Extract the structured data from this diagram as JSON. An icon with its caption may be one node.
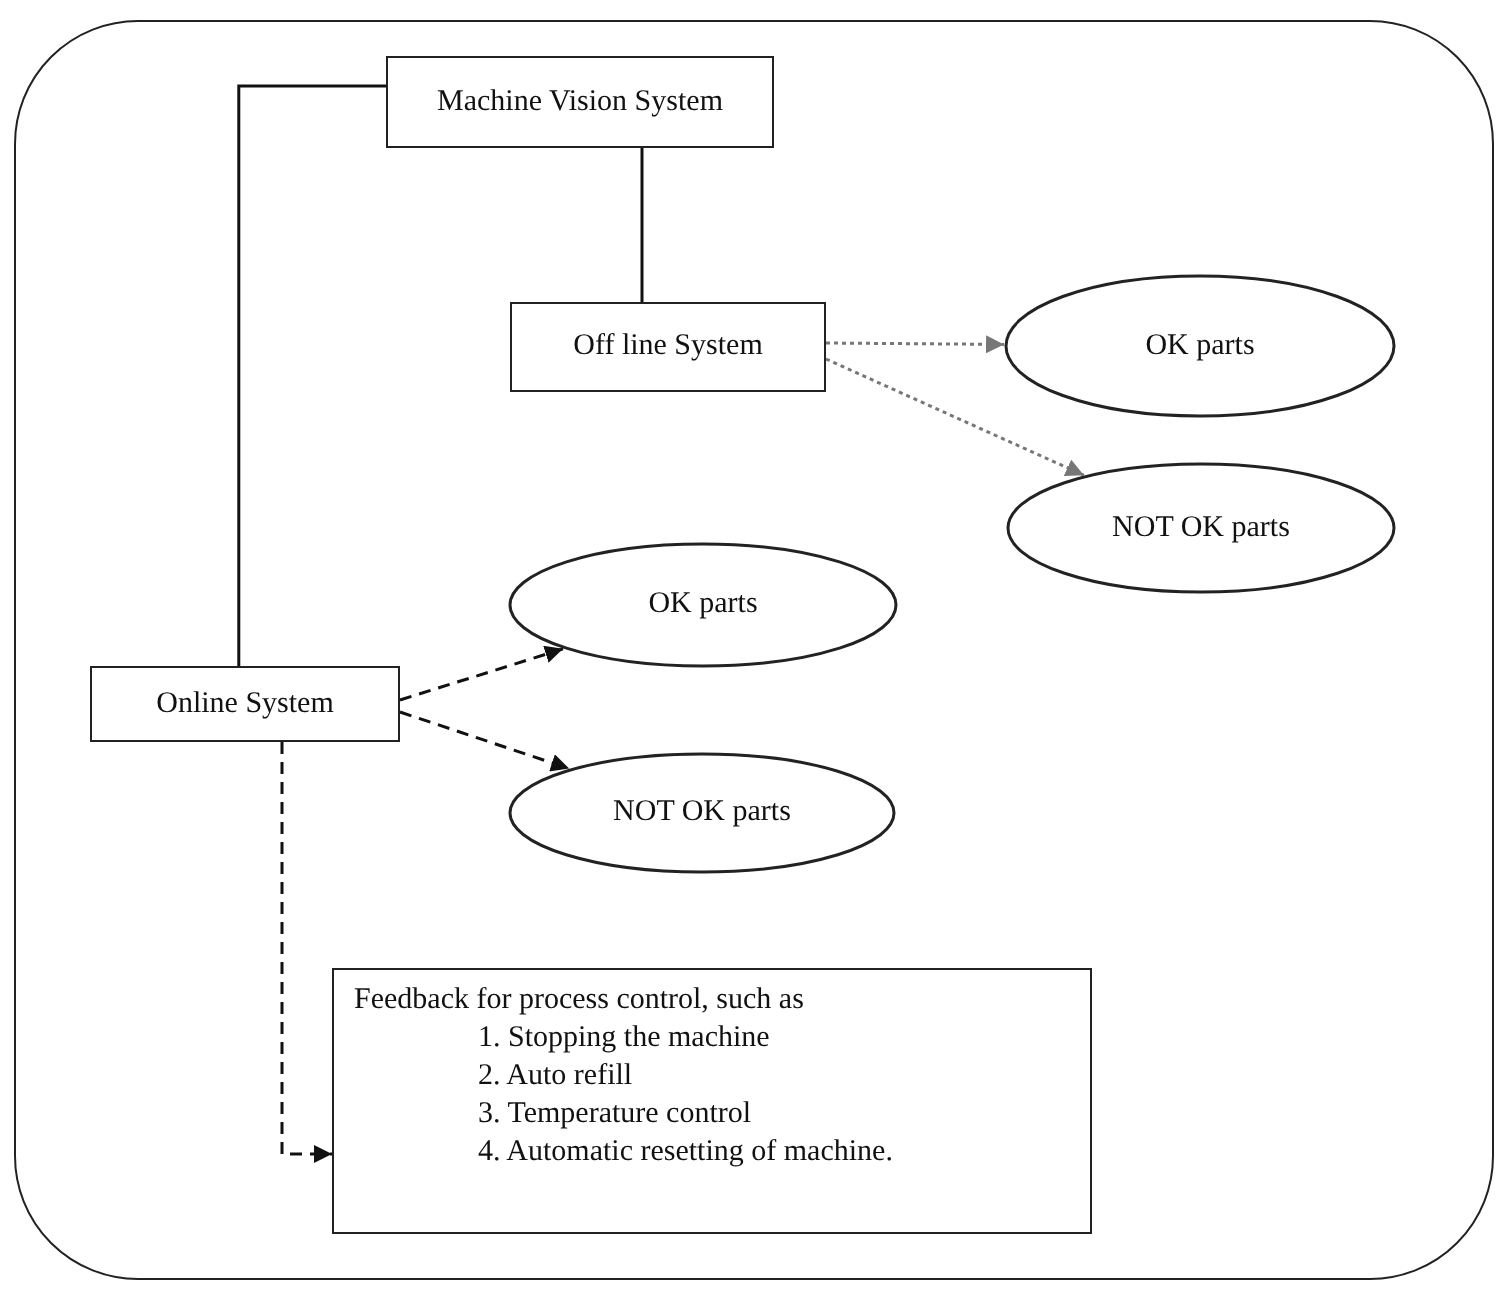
{
  "diagram": {
    "nodes": [
      {
        "text": [],
        "shape": "box"
      },
      {
        "text": [
          "Machine Vision System"
        ],
        "in": 0
      },
      {
        "text": [
          "Off line System"
        ],
        "in": 0
      },
      {
        "text": [
          "OK parts"
        ],
        "in": 0
      },
      {
        "text": [
          "NOT OK parts"
        ],
        "in": 0
      },
      {
        "text": [
          "Online System"
        ],
        "in": 0
      },
      {
        "text": [
          "OK parts"
        ],
        "in": 0
      },
      {
        "text": [
          "NOT OK parts"
        ],
        "in": 0
      },
      {
        "text": [
          "Feedback for process control, such as",
          "1. Stopping the  machine",
          "2. Auto refill",
          "3. Temperature control",
          "4. Automatic resetting of machine."
        ],
        "in": 0
      }
    ],
    "edges": [
      {
        "from": 1,
        "to": 2,
        "arrow": "none"
      },
      {
        "from": 1,
        "to": 5,
        "arrow": "none"
      },
      {
        "from": 2,
        "to": 3,
        "arrow": "to",
        "style": "dashed",
        "color": "#777777"
      },
      {
        "from": 2,
        "to": 4,
        "arrow": "to",
        "style": "dashed",
        "color": "#777777"
      },
      {
        "from": 5,
        "to": 6,
        "arrow": "to",
        "style": "dashed"
      },
      {
        "from": 5,
        "to": 7,
        "arrow": "to",
        "style": "dashed"
      },
      {
        "from": 5,
        "to": 8,
        "arrow": "to",
        "style": "dashed"
      }
    ]
  }
}
